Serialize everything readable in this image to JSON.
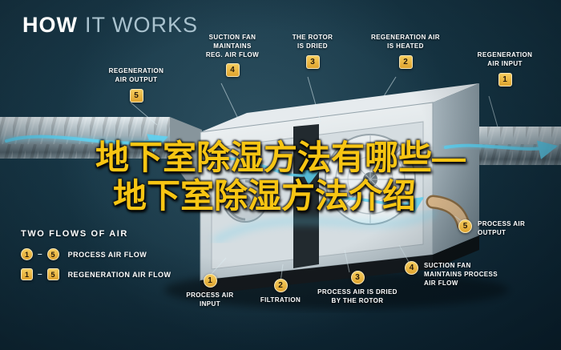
{
  "title": {
    "how": "HOW",
    "it_works": "IT WORKS"
  },
  "headline": {
    "line1": "地下室除湿方法有哪些—",
    "line2": "地下室除湿方法介绍"
  },
  "callouts": {
    "reg_output": {
      "num": "5",
      "label": "REGENERATION\nAIR OUTPUT"
    },
    "suction_reg": {
      "num": "4",
      "label": "SUCTION FAN\nMAINTAINS\nREG. AIR FLOW"
    },
    "rotor_dried": {
      "num": "3",
      "label": "THE ROTOR\nIS DRIED"
    },
    "reg_heated": {
      "num": "2",
      "label": "REGENERATION AIR\nIS HEATED"
    },
    "reg_input": {
      "num": "1",
      "label": "REGENERATION\nAIR INPUT"
    },
    "process_output": {
      "num": "5",
      "label": "PROCESS AIR\nOUTPUT"
    },
    "suction_process": {
      "num": "4",
      "label": "SUCTION FAN\nMAINTAINS PROCESS\nAIR FLOW"
    },
    "process_dried": {
      "num": "3",
      "label": "PROCESS AIR IS DRIED\nBY THE ROTOR"
    },
    "filtration": {
      "num": "2",
      "label": "FILTRATION"
    },
    "process_input": {
      "num": "1",
      "label": "PROCESS AIR\nINPUT"
    }
  },
  "legend": {
    "title": "TWO FLOWS OF AIR",
    "dash": "–",
    "rows": [
      {
        "from": "1",
        "to": "5",
        "label": "PROCESS AIR FLOW"
      },
      {
        "from": "1",
        "to": "5",
        "label": "REGENERATION AIR FLOW"
      }
    ]
  },
  "colors": {
    "background": "#163544",
    "badge_gold": "#e8ae3c",
    "headline_yellow": "#f7c513",
    "flow_cyan": "#5fd2f2",
    "label_white": "#ffffff"
  }
}
